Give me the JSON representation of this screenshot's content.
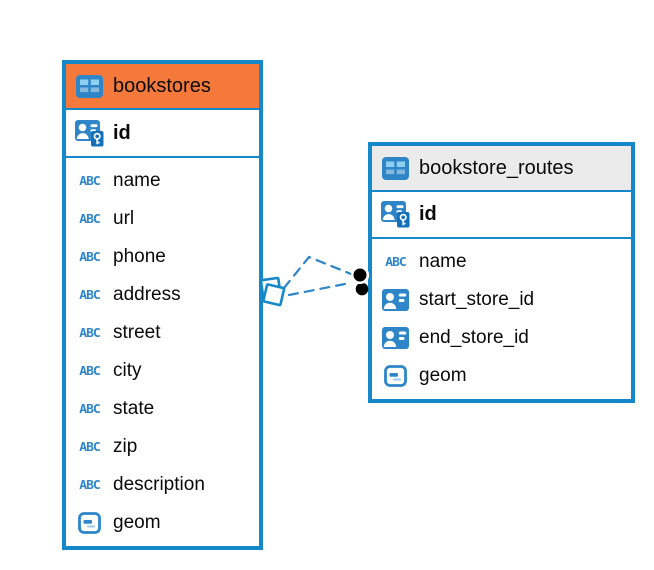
{
  "diagram": {
    "type": "entity-relationship",
    "background": "#ffffff"
  },
  "colors": {
    "table_border": "#1588c9",
    "bookstores_header_bg": "#f5793b",
    "routes_header_bg": "#ebebeb",
    "icon_blue": "#2e86c8",
    "connector_blue": "#2e86c8",
    "connector_dot": "#000000"
  },
  "icons": {
    "text_type_label": "ABC"
  },
  "tables": [
    {
      "title": "bookstores",
      "header_icon": "table-icon",
      "key": {
        "name": "id",
        "icon": "primary-key-icon"
      },
      "columns": [
        {
          "name": "name",
          "icon": "text-type-icon"
        },
        {
          "name": "url",
          "icon": "text-type-icon"
        },
        {
          "name": "phone",
          "icon": "text-type-icon"
        },
        {
          "name": "address",
          "icon": "text-type-icon"
        },
        {
          "name": "street",
          "icon": "text-type-icon"
        },
        {
          "name": "city",
          "icon": "text-type-icon"
        },
        {
          "name": "state",
          "icon": "text-type-icon"
        },
        {
          "name": "zip",
          "icon": "text-type-icon"
        },
        {
          "name": "description",
          "icon": "text-type-icon"
        },
        {
          "name": "geom",
          "icon": "geometry-icon"
        }
      ]
    },
    {
      "title": "bookstore_routes",
      "header_icon": "table-icon",
      "key": {
        "name": "id",
        "icon": "primary-key-icon"
      },
      "columns": [
        {
          "name": "name",
          "icon": "text-type-icon"
        },
        {
          "name": "start_store_id",
          "icon": "reference-icon"
        },
        {
          "name": "end_store_id",
          "icon": "reference-icon"
        },
        {
          "name": "geom",
          "icon": "geometry-icon"
        }
      ]
    }
  ],
  "connector": {
    "style": "dashed",
    "line_count": 2,
    "from_table": "bookstores",
    "to_table": "bookstore_routes"
  }
}
